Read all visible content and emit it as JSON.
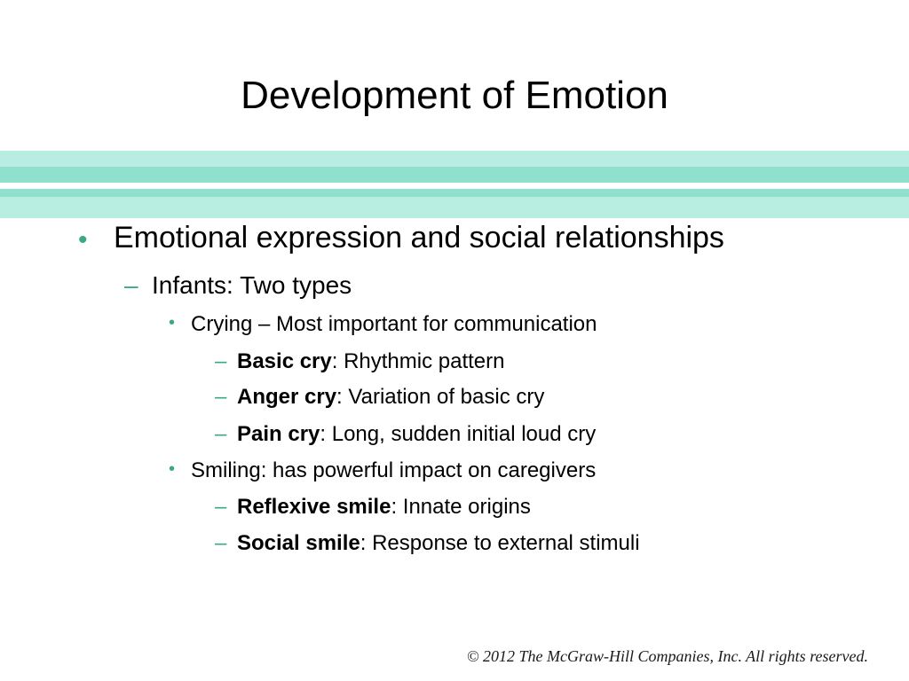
{
  "slide": {
    "title": "Development of Emotion",
    "colors": {
      "band_light": "#b8ede1",
      "band_mid": "#8fe0cd",
      "bullet_accent": "#3aa884"
    },
    "markers": {
      "bullet": "•",
      "dash": "–"
    },
    "items": {
      "level1": "Emotional expression and social relationships",
      "level2": "Infants: Two types",
      "crying": "Crying – Most important for communication",
      "basic_cry_term": "Basic cry",
      "basic_cry_desc": ": Rhythmic pattern",
      "anger_cry_term": "Anger cry",
      "anger_cry_desc": ": Variation of basic cry",
      "pain_cry_term": "Pain cry",
      "pain_cry_desc": ": Long, sudden initial loud cry",
      "smiling": "Smiling: has powerful impact on caregivers",
      "reflexive_term": "Reflexive smile",
      "reflexive_desc": ": Innate origins",
      "social_term": "Social smile",
      "social_desc": ": Response to external stimuli"
    },
    "footer": "© 2012 The McGraw-Hill Companies, Inc. All rights reserved."
  }
}
